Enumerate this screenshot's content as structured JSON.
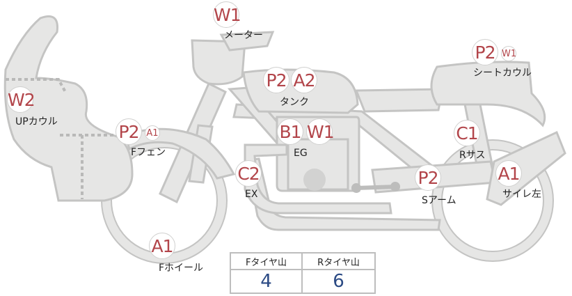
{
  "labels": {
    "meter": "メーター",
    "seat_cowl": "シートカウル",
    "up_cowl": "UPカウル",
    "tank": "タンク",
    "f_fender": "Fフェン",
    "eg": "EG",
    "r_sus": "Rサス",
    "ex": "EX",
    "s_arm": "Sアーム",
    "silencer_left": "サイレ左",
    "f_wheel": "Fホイール"
  },
  "grades": {
    "meter": [
      "W1"
    ],
    "seat_cowl": [
      "P2",
      "W1"
    ],
    "up_cowl": [
      "W2"
    ],
    "tank": [
      "P2",
      "A2"
    ],
    "f_fender": [
      "P2",
      "A1"
    ],
    "eg": [
      "B1",
      "W1"
    ],
    "r_sus": [
      "C1"
    ],
    "ex": [
      "C2"
    ],
    "s_arm": [
      "P2"
    ],
    "silencer_left": [
      "A1"
    ],
    "f_wheel": [
      "A1"
    ]
  },
  "tread_table": {
    "headers": [
      "Fタイヤ山",
      "Rタイヤ山"
    ],
    "values": [
      "4",
      "6"
    ]
  },
  "colors": {
    "grade_text": "#b2454a",
    "value_text": "#2b4a84",
    "part_fill": "#e6e6e5",
    "part_outline": "#c4c4c3"
  }
}
